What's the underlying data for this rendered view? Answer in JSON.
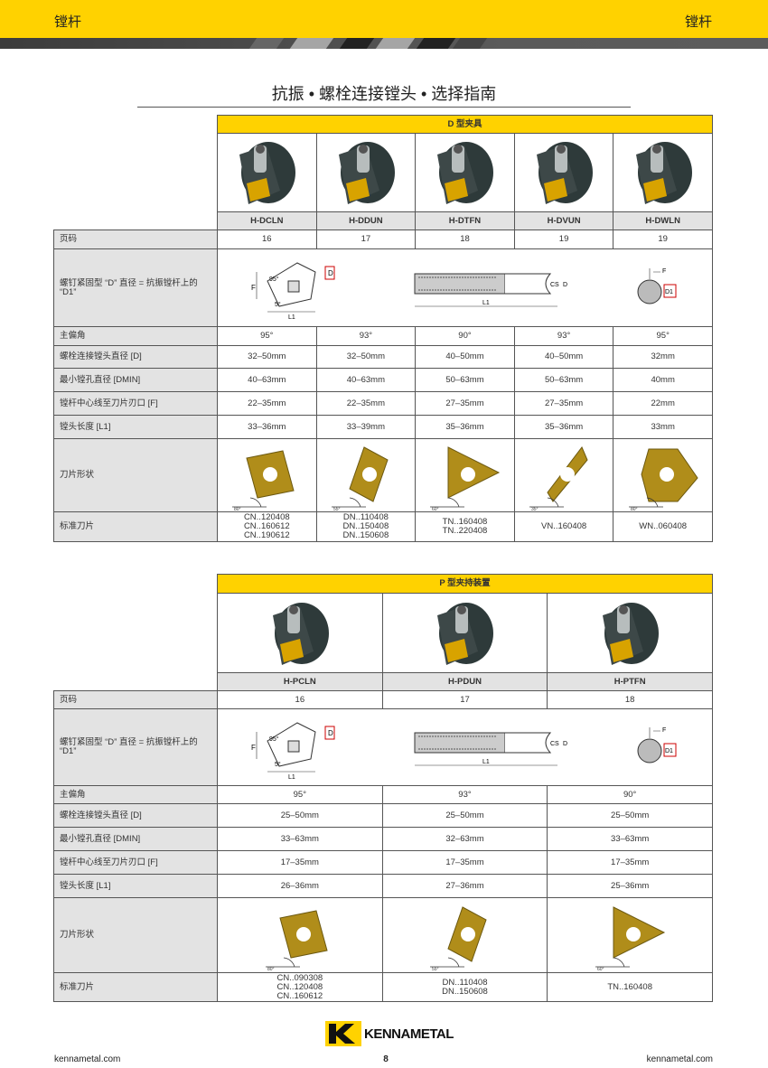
{
  "header": {
    "left": "镗杆",
    "right": "镗杆"
  },
  "title": "抗振 • 螺栓连接镗头 • 选择指南",
  "labels": {
    "page": "页码",
    "screw": "螺钉紧固型 “D” 直径 = 抗振镗杆上的 “D1”",
    "lead": "主偏角",
    "d": "螺栓连接镗头直径 [D]",
    "dmin": "最小镗孔直径 [DMIN]",
    "f": "镗杆中心线至刀片刃口 [F]",
    "l1": "镗头长度 [L1]",
    "shape": "刀片形状",
    "std": "标准刀片"
  },
  "diagram_labels": {
    "F": "F",
    "angle1": "95°",
    "angle2": "5°",
    "L1": "L1",
    "D": "D",
    "CS": "CS",
    "D1": "D1"
  },
  "tables": [
    {
      "header": "D 型夹具",
      "columns": [
        {
          "name": "H-DCLN",
          "page": "16",
          "lead": "95°",
          "d": "32–50mm",
          "dmin": "40–63mm",
          "f": "22–35mm",
          "l1": "33–36mm",
          "insert": "CN",
          "insert_angle": "80°",
          "std": [
            "CN..120408",
            "CN..160612",
            "CN..190612"
          ]
        },
        {
          "name": "H-DDUN",
          "page": "17",
          "lead": "93°",
          "d": "32–50mm",
          "dmin": "40–63mm",
          "f": "22–35mm",
          "l1": "33–39mm",
          "insert": "DN",
          "insert_angle": "55°",
          "std": [
            "DN..110408",
            "DN..150408",
            "DN..150608"
          ]
        },
        {
          "name": "H-DTFN",
          "page": "18",
          "lead": "90°",
          "d": "40–50mm",
          "dmin": "50–63mm",
          "f": "27–35mm",
          "l1": "35–36mm",
          "insert": "TN",
          "insert_angle": "60°",
          "std": [
            "TN..160408",
            "TN..220408"
          ]
        },
        {
          "name": "H-DVUN",
          "page": "19",
          "lead": "93°",
          "d": "40–50mm",
          "dmin": "50–63mm",
          "f": "27–35mm",
          "l1": "35–36mm",
          "insert": "VN",
          "insert_angle": "35°",
          "std": [
            "VN..160408"
          ]
        },
        {
          "name": "H-DWLN",
          "page": "19",
          "lead": "95°",
          "d": "32mm",
          "dmin": "40mm",
          "f": "22mm",
          "l1": "33mm",
          "insert": "WN",
          "insert_angle": "80°",
          "std": [
            "WN..060408"
          ]
        }
      ]
    },
    {
      "header": "P 型夹持装置",
      "columns": [
        {
          "name": "H-PCLN",
          "page": "16",
          "lead": "95°",
          "d": "25–50mm",
          "dmin": "33–63mm",
          "f": "17–35mm",
          "l1": "26–36mm",
          "insert": "CN",
          "insert_angle": "80°",
          "std": [
            "CN..090308",
            "CN..120408",
            "CN..160612"
          ]
        },
        {
          "name": "H-PDUN",
          "page": "17",
          "lead": "93°",
          "d": "25–50mm",
          "dmin": "32–63mm",
          "f": "17–35mm",
          "l1": "27–36mm",
          "insert": "DN",
          "insert_angle": "55°",
          "std": [
            "DN..110408",
            "DN..150608"
          ]
        },
        {
          "name": "H-PTFN",
          "page": "18",
          "lead": "90°",
          "d": "25–50mm",
          "dmin": "33–63mm",
          "f": "17–35mm",
          "l1": "25–36mm",
          "insert": "TN",
          "insert_angle": "60°",
          "std": [
            "TN..160408"
          ]
        }
      ]
    }
  ],
  "footer": {
    "left": "kennametal.com",
    "page": "8",
    "right": "kennametal.com",
    "logo": "KENNAMETAL"
  }
}
